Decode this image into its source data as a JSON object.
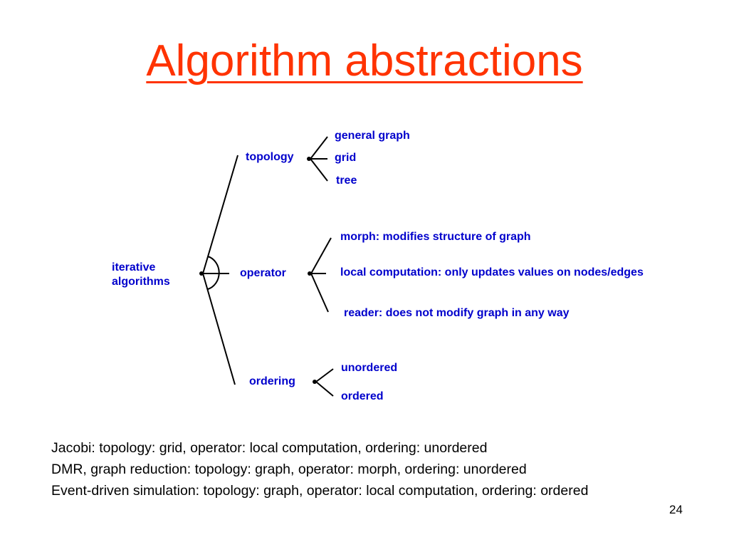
{
  "title": "Algorithm abstractions",
  "colors": {
    "title": "#ff3300",
    "node_text": "#0000cc",
    "body_text": "#000000",
    "lines": "#000000"
  },
  "tree": {
    "root": [
      "iterative",
      "algorithms"
    ],
    "branches": [
      {
        "label": "topology",
        "leaves": [
          "general graph",
          "grid",
          "tree"
        ]
      },
      {
        "label": "operator",
        "leaves": [
          "morph: modifies structure of graph",
          "local computation: only updates values on nodes/edges",
          "reader: does not modify graph in any way"
        ]
      },
      {
        "label": "ordering",
        "leaves": [
          "unordered",
          "ordered"
        ]
      }
    ]
  },
  "examples": [
    "Jacobi: topology: grid, operator: local computation, ordering: unordered",
    "DMR, graph reduction: topology: graph, operator: morph, ordering: unordered",
    "Event-driven simulation: topology: graph, operator: local computation, ordering: ordered"
  ],
  "page_number": "24"
}
